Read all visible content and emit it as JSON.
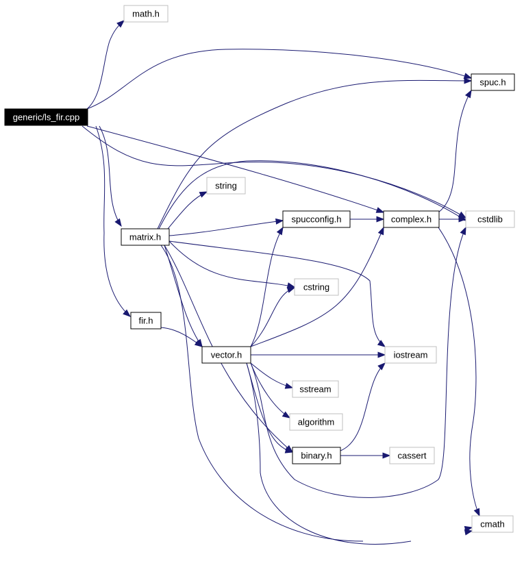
{
  "nodes": [
    {
      "id": "root",
      "label": "generic/ls_fir.cpp",
      "kind": "root",
      "interactable": false
    },
    {
      "id": "math_h",
      "label": "math.h",
      "kind": "external",
      "interactable": false
    },
    {
      "id": "spuc_h",
      "label": "spuc.h",
      "kind": "documented",
      "interactable": true
    },
    {
      "id": "string",
      "label": "string",
      "kind": "external",
      "interactable": false
    },
    {
      "id": "cstdlib",
      "label": "cstdlib",
      "kind": "external",
      "interactable": false
    },
    {
      "id": "matrix_h",
      "label": "matrix.h",
      "kind": "documented",
      "interactable": true
    },
    {
      "id": "spucconfig_h",
      "label": "spucconfig.h",
      "kind": "documented",
      "interactable": true
    },
    {
      "id": "complex_h",
      "label": "complex.h",
      "kind": "documented",
      "interactable": true
    },
    {
      "id": "cstring",
      "label": "cstring",
      "kind": "external",
      "interactable": false
    },
    {
      "id": "fir_h",
      "label": "fir.h",
      "kind": "documented",
      "interactable": true
    },
    {
      "id": "iostream",
      "label": "iostream",
      "kind": "external",
      "interactable": false
    },
    {
      "id": "vector_h",
      "label": "vector.h",
      "kind": "documented",
      "interactable": true
    },
    {
      "id": "sstream",
      "label": "sstream",
      "kind": "external",
      "interactable": false
    },
    {
      "id": "algorithm",
      "label": "algorithm",
      "kind": "external",
      "interactable": false
    },
    {
      "id": "binary_h",
      "label": "binary.h",
      "kind": "documented",
      "interactable": true
    },
    {
      "id": "cassert",
      "label": "cassert",
      "kind": "external",
      "interactable": false
    },
    {
      "id": "cmath",
      "label": "cmath",
      "kind": "external",
      "interactable": false
    }
  ],
  "edges": [
    [
      "root",
      "math_h"
    ],
    [
      "root",
      "spuc_h"
    ],
    [
      "root",
      "complex_h"
    ],
    [
      "root",
      "cstdlib"
    ],
    [
      "root",
      "matrix_h"
    ],
    [
      "root",
      "fir_h"
    ],
    [
      "matrix_h",
      "spuc_h"
    ],
    [
      "matrix_h",
      "string"
    ],
    [
      "matrix_h",
      "spucconfig_h"
    ],
    [
      "matrix_h",
      "cstdlib"
    ],
    [
      "matrix_h",
      "cstring"
    ],
    [
      "matrix_h",
      "iostream"
    ],
    [
      "matrix_h",
      "vector_h"
    ],
    [
      "matrix_h",
      "binary_h"
    ],
    [
      "matrix_h",
      "cmath"
    ],
    [
      "spucconfig_h",
      "complex_h"
    ],
    [
      "complex_h",
      "spuc_h"
    ],
    [
      "complex_h",
      "cstdlib"
    ],
    [
      "complex_h",
      "cmath"
    ],
    [
      "fir_h",
      "vector_h"
    ],
    [
      "vector_h",
      "spucconfig_h"
    ],
    [
      "vector_h",
      "complex_h"
    ],
    [
      "vector_h",
      "cstring"
    ],
    [
      "vector_h",
      "iostream"
    ],
    [
      "vector_h",
      "sstream"
    ],
    [
      "vector_h",
      "algorithm"
    ],
    [
      "vector_h",
      "binary_h"
    ],
    [
      "vector_h",
      "cstdlib"
    ],
    [
      "vector_h",
      "cmath"
    ],
    [
      "binary_h",
      "iostream"
    ],
    [
      "binary_h",
      "cassert"
    ]
  ],
  "colors": {
    "edge": "#191970",
    "root_fill": "#000000",
    "root_text": "#ffffff",
    "documented_border": "#000000",
    "external_border": "#bfbfbf",
    "node_fill": "#ffffff",
    "node_text": "#000000"
  }
}
